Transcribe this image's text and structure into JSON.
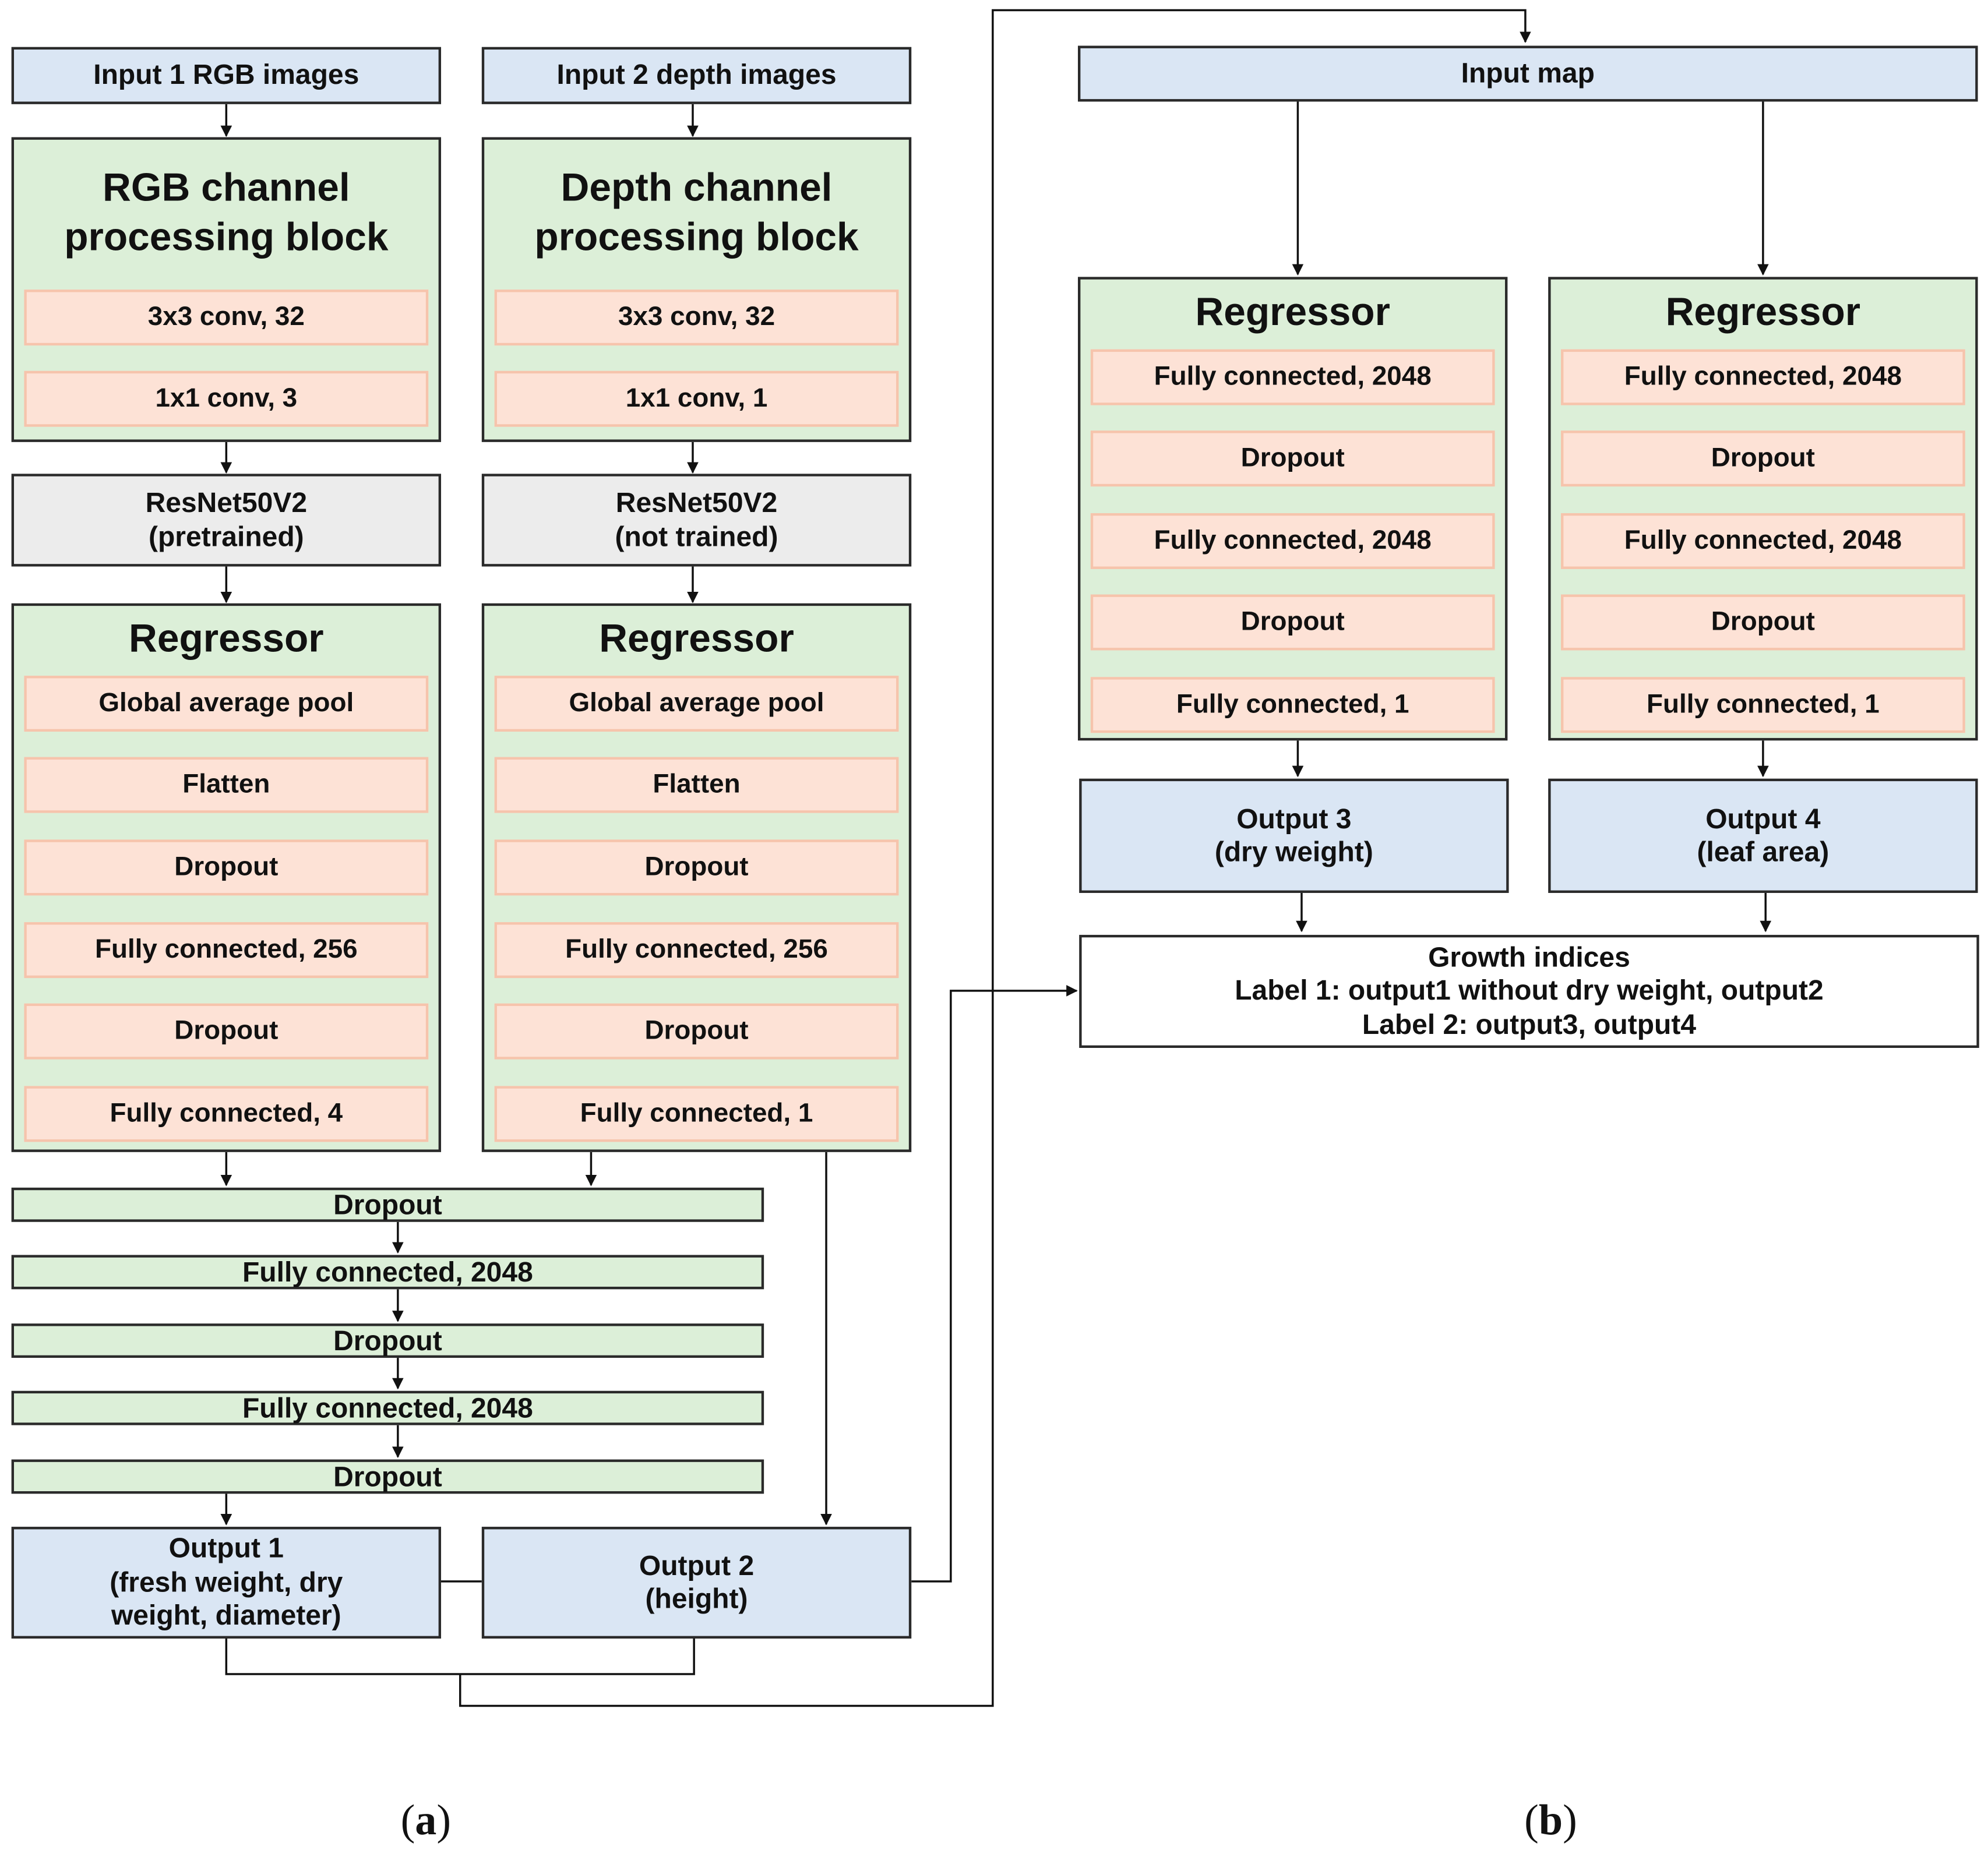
{
  "panel_a": {
    "input1": "Input 1 RGB images",
    "input2": "Input 2 depth images",
    "rgb_block": {
      "title_line1": "RGB channel",
      "title_line2": "processing block",
      "layers": [
        "3x3 conv, 32",
        "1x1 conv, 3"
      ]
    },
    "depth_block": {
      "title_line1": "Depth channel",
      "title_line2": "processing block",
      "layers": [
        "3x3 conv, 32",
        "1x1 conv, 1"
      ]
    },
    "resnet_rgb": {
      "line1": "ResNet50V2",
      "line2": "(pretrained)"
    },
    "resnet_depth": {
      "line1": "ResNet50V2",
      "line2": "(not trained)"
    },
    "regressor_rgb": {
      "title": "Regressor",
      "layers": [
        "Global average pool",
        "Flatten",
        "Dropout",
        "Fully connected, 256",
        "Dropout",
        "Fully connected, 4"
      ]
    },
    "regressor_depth": {
      "title": "Regressor",
      "layers": [
        "Global average pool",
        "Flatten",
        "Dropout",
        "Fully connected, 256",
        "Dropout",
        "Fully connected, 1"
      ]
    },
    "merge_layers": [
      "Dropout",
      "Fully connected, 2048",
      "Dropout",
      "Fully connected, 2048",
      "Dropout"
    ],
    "output1": {
      "line1": "Output 1",
      "line2": "(fresh weight, dry",
      "line3": "weight, diameter)"
    },
    "output2": {
      "line1": "Output 2",
      "line2": "(height)"
    },
    "label": "a"
  },
  "panel_b": {
    "input_map": "Input map",
    "regressor_left": {
      "title": "Regressor",
      "layers": [
        "Fully connected, 2048",
        "Dropout",
        "Fully connected, 2048",
        "Dropout",
        "Fully connected, 1"
      ]
    },
    "regressor_right": {
      "title": "Regressor",
      "layers": [
        "Fully connected, 2048",
        "Dropout",
        "Fully connected, 2048",
        "Dropout",
        "Fully connected, 1"
      ]
    },
    "output3": {
      "line1": "Output 3",
      "line2": "(dry weight)"
    },
    "output4": {
      "line1": "Output 4",
      "line2": "(leaf area)"
    },
    "growth": {
      "line1": "Growth indices",
      "line2": "Label 1: output1 without dry weight, output2",
      "line3": "Label 2: output3, output4"
    },
    "label": "b"
  }
}
